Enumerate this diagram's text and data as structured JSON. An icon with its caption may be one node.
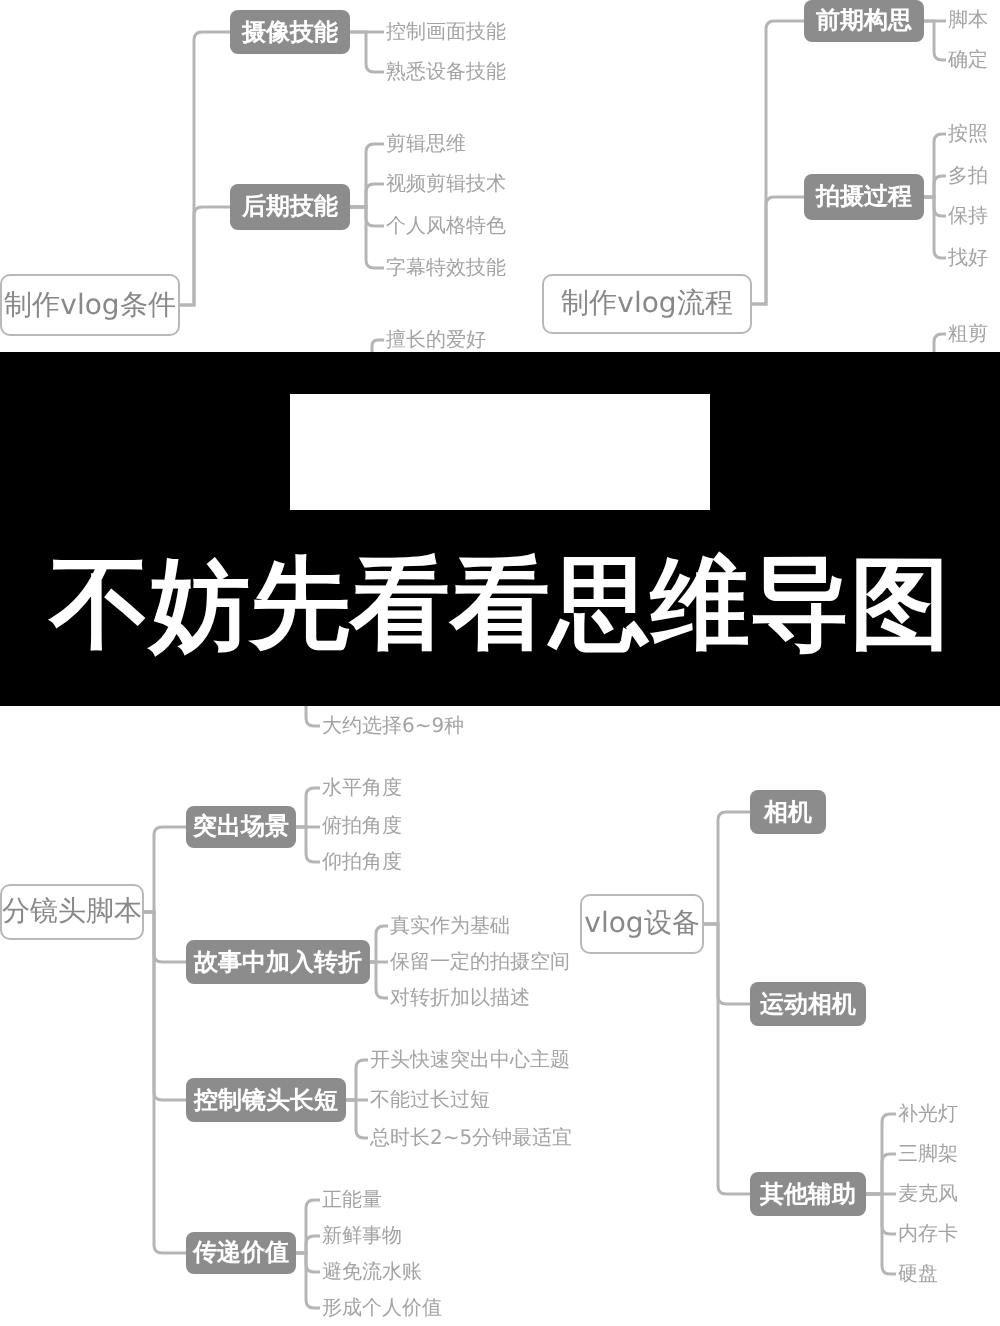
{
  "diagram": {
    "title": "不妨先看看思维导图",
    "nodes": [
      {
        "text": [
          "制作vlog条件"
        ]
      },
      {
        "text": [
          "摄像技能"
        ]
      },
      {
        "text": [
          "控制画面技能"
        ]
      },
      {
        "text": [
          "熟悉设备技能"
        ]
      },
      {
        "text": [
          "后期技能"
        ]
      },
      {
        "text": [
          "剪辑思维"
        ]
      },
      {
        "text": [
          "视频剪辑技术"
        ]
      },
      {
        "text": [
          "个人风格特色"
        ]
      },
      {
        "text": [
          "字幕特效技能"
        ]
      },
      {
        "text": [
          "擅长的爱好"
        ]
      },
      {
        "text": [
          "制作vlog流程"
        ]
      },
      {
        "text": [
          "前期构思"
        ]
      },
      {
        "text": [
          "脚本"
        ]
      },
      {
        "text": [
          "确定"
        ]
      },
      {
        "text": [
          "拍摄过程"
        ]
      },
      {
        "text": [
          "按照"
        ]
      },
      {
        "text": [
          "多拍"
        ]
      },
      {
        "text": [
          "保持"
        ]
      },
      {
        "text": [
          "找好"
        ]
      },
      {
        "text": [
          "粗剪"
        ]
      },
      {
        "text": [
          "分镜头脚本"
        ]
      },
      {
        "text": [
          "大约选择6~9种"
        ]
      },
      {
        "text": [
          "突出场景"
        ]
      },
      {
        "text": [
          "水平角度"
        ]
      },
      {
        "text": [
          "俯拍角度"
        ]
      },
      {
        "text": [
          "仰拍角度"
        ]
      },
      {
        "text": [
          "故事中加入转折"
        ]
      },
      {
        "text": [
          "真实作为基础"
        ]
      },
      {
        "text": [
          "保留一定的拍摄空间"
        ]
      },
      {
        "text": [
          "对转折加以描述"
        ]
      },
      {
        "text": [
          "控制镜头长短"
        ]
      },
      {
        "text": [
          "开头快速突出中心主题"
        ]
      },
      {
        "text": [
          "不能过长过短"
        ]
      },
      {
        "text": [
          "总时长2~5分钟最适宜"
        ]
      },
      {
        "text": [
          "传递价值"
        ]
      },
      {
        "text": [
          "正能量"
        ]
      },
      {
        "text": [
          "新鲜事物"
        ]
      },
      {
        "text": [
          "避免流水账"
        ]
      },
      {
        "text": [
          "形成个人价值"
        ]
      },
      {
        "text": [
          "vlog设备"
        ]
      },
      {
        "text": [
          "相机"
        ]
      },
      {
        "text": [
          "运动相机"
        ]
      },
      {
        "text": [
          "其他辅助"
        ]
      },
      {
        "text": [
          "补光灯"
        ]
      },
      {
        "text": [
          "三脚架"
        ]
      },
      {
        "text": [
          "麦克风"
        ]
      },
      {
        "text": [
          "内存卡"
        ]
      },
      {
        "text": [
          "硬盘"
        ]
      }
    ],
    "edges": [
      {
        "from": 0,
        "to": 1,
        "arrow": "none"
      },
      {
        "from": 0,
        "to": 4,
        "arrow": "none"
      },
      {
        "from": 1,
        "to": 2,
        "arrow": "none"
      },
      {
        "from": 1,
        "to": 3,
        "arrow": "none"
      },
      {
        "from": 4,
        "to": 5,
        "arrow": "none"
      },
      {
        "from": 4,
        "to": 6,
        "arrow": "none"
      },
      {
        "from": 4,
        "to": 7,
        "arrow": "none"
      },
      {
        "from": 4,
        "to": 8,
        "arrow": "none"
      },
      {
        "from": null,
        "to": 9,
        "arrow": "none"
      },
      {
        "from": 10,
        "to": 11,
        "arrow": "none"
      },
      {
        "from": 10,
        "to": 14,
        "arrow": "none"
      },
      {
        "from": 11,
        "to": 12,
        "arrow": "none"
      },
      {
        "from": 11,
        "to": 13,
        "arrow": "none"
      },
      {
        "from": 14,
        "to": 15,
        "arrow": "none"
      },
      {
        "from": 14,
        "to": 16,
        "arrow": "none"
      },
      {
        "from": 14,
        "to": 17,
        "arrow": "none"
      },
      {
        "from": 14,
        "to": 18,
        "arrow": "none"
      },
      {
        "from": null,
        "to": 19,
        "arrow": "none"
      },
      {
        "from": null,
        "to": 21,
        "arrow": "none"
      },
      {
        "from": 20,
        "to": 22,
        "arrow": "none"
      },
      {
        "from": 20,
        "to": 26,
        "arrow": "none"
      },
      {
        "from": 20,
        "to": 30,
        "arrow": "none"
      },
      {
        "from": 20,
        "to": 34,
        "arrow": "none"
      },
      {
        "from": 22,
        "to": 23,
        "arrow": "none"
      },
      {
        "from": 22,
        "to": 24,
        "arrow": "none"
      },
      {
        "from": 22,
        "to": 25,
        "arrow": "none"
      },
      {
        "from": 26,
        "to": 27,
        "arrow": "none"
      },
      {
        "from": 26,
        "to": 28,
        "arrow": "none"
      },
      {
        "from": 26,
        "to": 29,
        "arrow": "none"
      },
      {
        "from": 30,
        "to": 31,
        "arrow": "none"
      },
      {
        "from": 30,
        "to": 32,
        "arrow": "none"
      },
      {
        "from": 30,
        "to": 33,
        "arrow": "none"
      },
      {
        "from": 34,
        "to": 35,
        "arrow": "none"
      },
      {
        "from": 34,
        "to": 36,
        "arrow": "none"
      },
      {
        "from": 34,
        "to": 37,
        "arrow": "none"
      },
      {
        "from": 34,
        "to": 38,
        "arrow": "none"
      },
      {
        "from": 39,
        "to": 40,
        "arrow": "none"
      },
      {
        "from": 39,
        "to": 41,
        "arrow": "none"
      },
      {
        "from": 39,
        "to": 42,
        "arrow": "none"
      },
      {
        "from": 42,
        "to": 43,
        "arrow": "none"
      },
      {
        "from": 42,
        "to": 44,
        "arrow": "none"
      },
      {
        "from": 42,
        "to": 45,
        "arrow": "none"
      },
      {
        "from": 42,
        "to": 46,
        "arrow": "none"
      },
      {
        "from": 42,
        "to": 47,
        "arrow": "none"
      }
    ]
  }
}
